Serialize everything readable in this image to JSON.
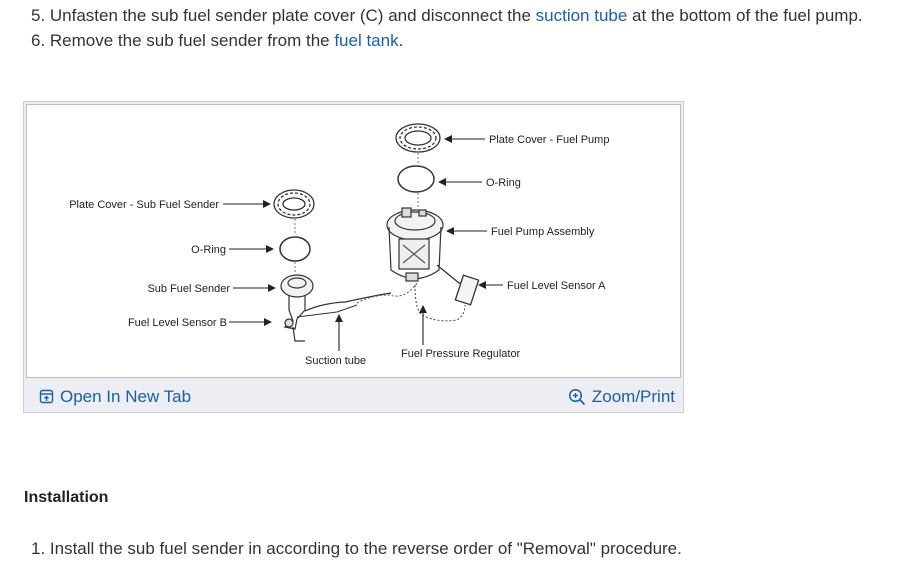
{
  "steps": [
    {
      "prefix": "5. Unfasten the sub fuel sender plate cover (C) and disconnect the ",
      "link": "suction tube",
      "suffix": " at the bottom of the fuel pump."
    },
    {
      "prefix": "6. Remove the sub fuel sender from the ",
      "link": "fuel tank",
      "suffix": "."
    }
  ],
  "figure": {
    "labels": {
      "plate_cover_fuel_pump": "Plate Cover - Fuel Pump",
      "o_ring_right": "O-Ring",
      "fuel_pump_assembly": "Fuel Pump Assembly",
      "fuel_level_sensor_a": "Fuel Level Sensor A",
      "fuel_pressure_regulator": "Fuel Pressure Regulator",
      "suction_tube": "Suction tube",
      "plate_cover_sub_fuel_sender": "Plate Cover - Sub Fuel Sender",
      "o_ring_left": "O-Ring",
      "sub_fuel_sender": "Sub Fuel Sender",
      "fuel_level_sensor_b": "Fuel Level Sensor B"
    },
    "open_tab_label": "Open In New Tab",
    "open_tab_icon": "open-new-tab-icon",
    "zoom_label": "Zoom/Print",
    "zoom_icon": "zoom-in-icon"
  },
  "installation": {
    "heading": "Installation",
    "step1": "1. Install the sub fuel sender in according to the reverse order of \"Removal\" procedure."
  },
  "colors": {
    "link": "#1a5fa8",
    "text": "#333333",
    "figure_bg": "#eceef3"
  }
}
